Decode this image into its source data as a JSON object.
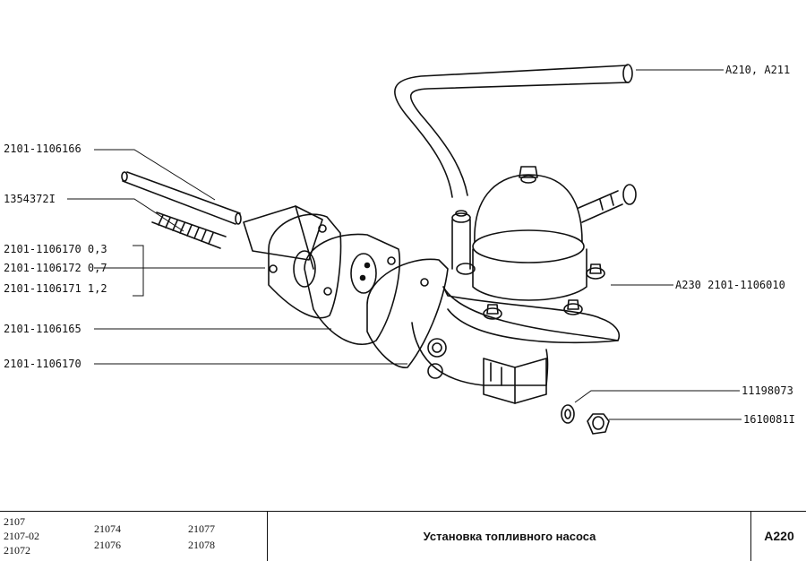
{
  "callouts": {
    "hose": "A210, A211",
    "rod": "2101-1106166",
    "stud": "1354372I",
    "gasket_03": "2101-1106170 0,3",
    "gasket_07": "2101-1106172 0,7",
    "gasket_12": "2101-1106171 1,2",
    "spacer": "2101-1106165",
    "gasket_lower": "2101-1106170",
    "pump": "A230 2101-1106010",
    "washer": "11198073",
    "nut": "1610081I"
  },
  "footer": {
    "models": {
      "col1": [
        "2107",
        "2107-02",
        "21072"
      ],
      "col2": [
        "21074",
        "21076"
      ],
      "col3": [
        "21077",
        "21078"
      ]
    },
    "title": "Установка топливного насоса",
    "code": "A220"
  }
}
